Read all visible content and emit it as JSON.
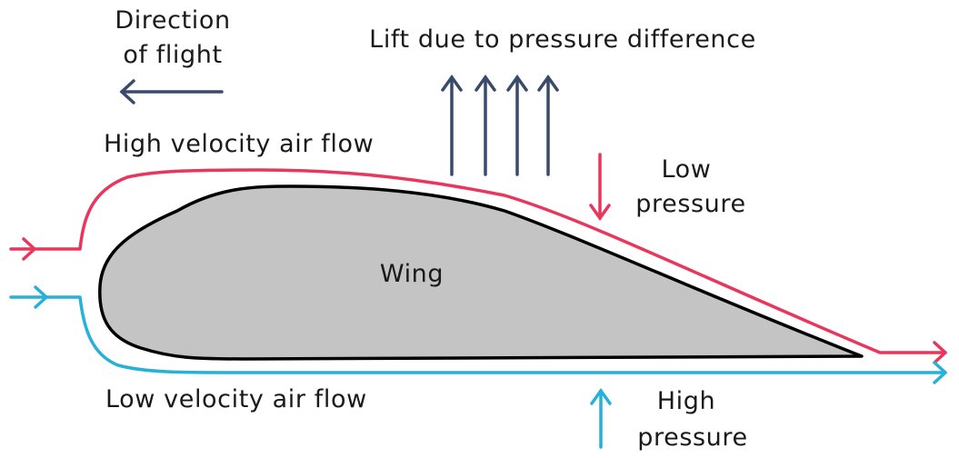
{
  "labels": {
    "direction_line1": "Direction",
    "direction_line2": "of flight",
    "lift": "Lift due to pressure difference",
    "high_velocity": "High velocity air flow",
    "low_pressure_line1": "Low",
    "low_pressure_line2": "pressure",
    "wing": "Wing",
    "low_velocity": "Low velocity air flow",
    "high_pressure_line1": "High",
    "high_pressure_line2": "pressure"
  },
  "colors": {
    "upper_flow": "#e8365d",
    "lower_flow": "#27b1d9",
    "lift_arrows": "#3a4a6b",
    "direction_arrow": "#3a4a6b",
    "wing_fill": "#c4c4c4",
    "wing_outline": "#000000"
  }
}
